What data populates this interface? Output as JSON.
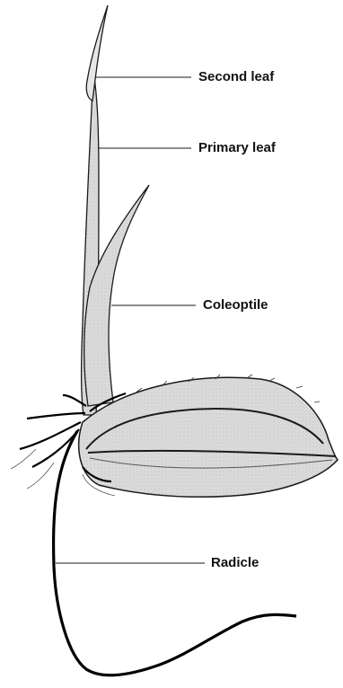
{
  "labels": {
    "second_leaf": "Second leaf",
    "primary_leaf": "Primary leaf",
    "coleoptile": "Coleoptile",
    "radicle": "Radicle"
  },
  "colors": {
    "outline": "#1a1a1a",
    "fill": "#d9d9d9",
    "root": "#000000",
    "background": "#ffffff"
  }
}
